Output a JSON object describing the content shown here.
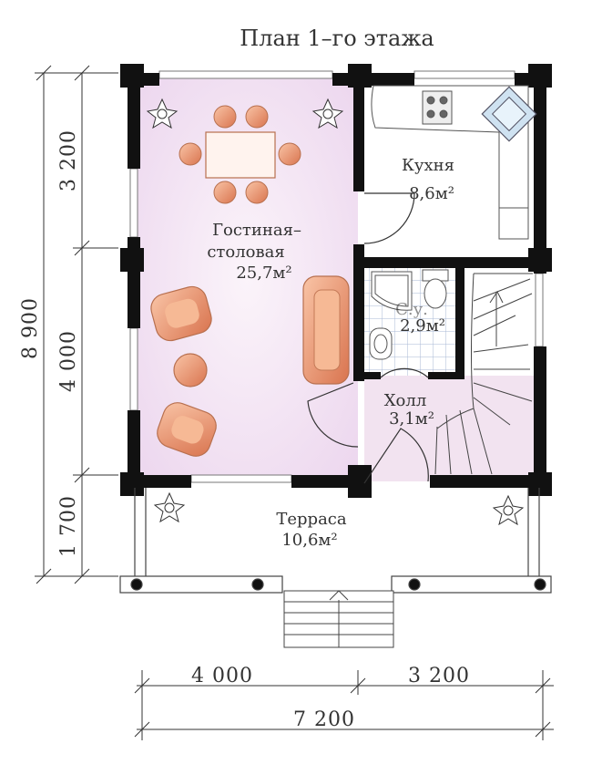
{
  "title": "План 1–го этажа",
  "rooms": {
    "living": {
      "name_line1": "Гостиная–",
      "name_line2": "столовая",
      "area": "25,7м²"
    },
    "kitchen": {
      "name": "Кухня",
      "area": "8,6м²"
    },
    "bath": {
      "name": "С.у.",
      "area": "2,9м²"
    },
    "hall": {
      "name": "Холл",
      "area": "3,1м²"
    },
    "terrace": {
      "name": "Терраса",
      "area": "10,6м²"
    }
  },
  "dimensions": {
    "vertical": {
      "total": "8 900",
      "top": "3 200",
      "middle": "4 000",
      "bottom": "1 700"
    },
    "horizontal": {
      "left": "4 000",
      "right": "3 200",
      "total": "7 200"
    }
  },
  "colors": {
    "wall": "#111111",
    "floor": "#f3e6f2",
    "furniture": "#e08a62",
    "furniture_light": "#f7c8ad",
    "tile_line": "#b9c7de"
  }
}
